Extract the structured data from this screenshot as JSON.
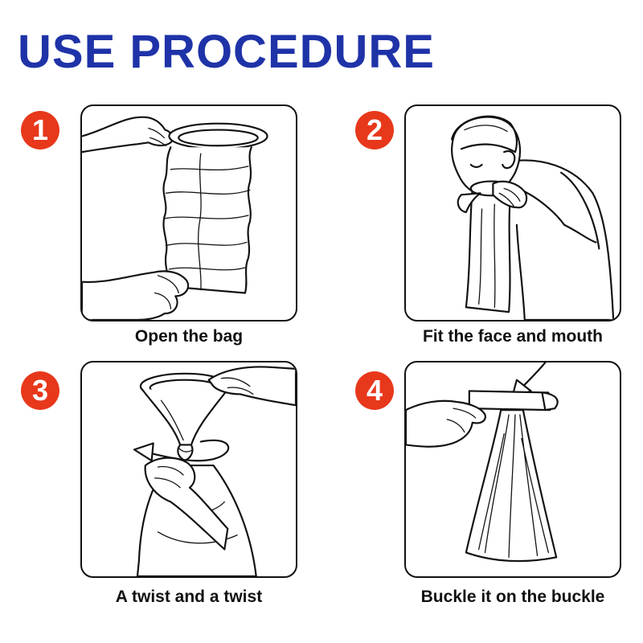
{
  "header": {
    "title": "USE PROCEDURE"
  },
  "colors": {
    "title": "#1f33a8",
    "badge": "#e8381b",
    "outline": "#111111"
  },
  "steps": [
    {
      "number": "1",
      "caption": "Open the bag"
    },
    {
      "number": "2",
      "caption": "Fit the face and mouth"
    },
    {
      "number": "3",
      "caption": "A twist and a twist"
    },
    {
      "number": "4",
      "caption": "Buckle it on the buckle"
    }
  ]
}
